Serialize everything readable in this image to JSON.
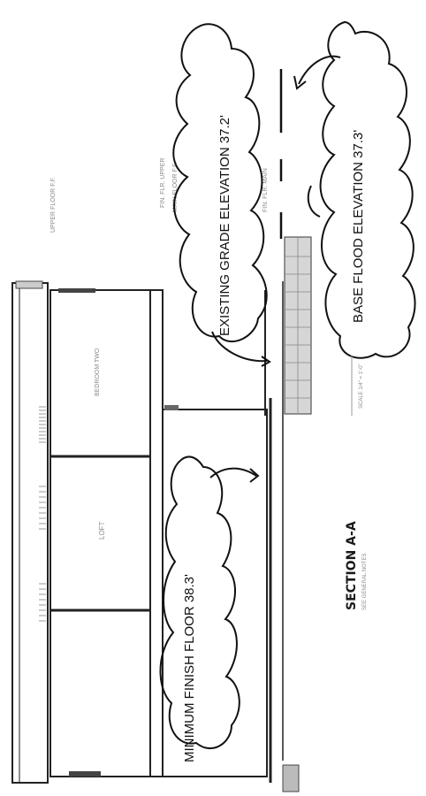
{
  "annotations": {
    "existing_grade": "EXISTING GRADE ELEVATION 37.2'",
    "base_flood": "BASE FLOOD ELEVATION 37.3'",
    "minimum_finish_floor": "MINIMUM FINISH FLOOR 38.3'"
  },
  "room_labels": {
    "bedroom": "BEDROOM TWO",
    "loft": "LOFT"
  },
  "section_title": "SECTION A-A",
  "section_subtitle": "SEE GENERAL NOTES",
  "scale_label": "SCALE 1/4\" = 1'-0\"",
  "level_labels": {
    "upper_floor": "UPPER FLOOR F.F.",
    "fin_flr_upper": "FIN. FLR. UPPER",
    "main_floor": "MAIN FLOOR F.F.",
    "fin_flr_main": "FIN. FLR. MAIN"
  },
  "colors": {
    "ink": "#111111",
    "faint": "#8a8a8a",
    "hatch": "#9a9a9a"
  }
}
